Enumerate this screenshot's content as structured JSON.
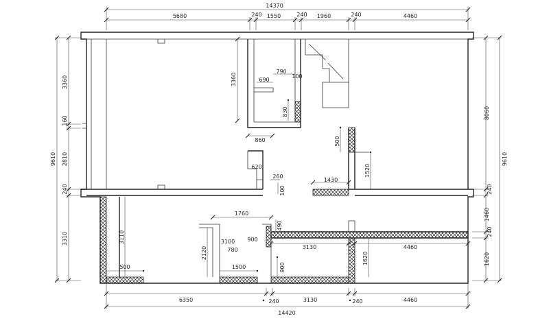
{
  "drawing": {
    "dimensions": {
      "top_total": "14370",
      "top_segments": [
        "5680",
        "240",
        "1550",
        "240",
        "1960",
        "240",
        "4460"
      ],
      "bottom_total": "14420",
      "bottom_segments": [
        "6350",
        "240",
        "3130",
        "240",
        "4460"
      ],
      "left_total": "9610",
      "left_segments": [
        "3360",
        "160",
        "2810",
        "240",
        "3310"
      ],
      "right_total": "9610",
      "right_segments": [
        "8060",
        "240",
        "1460",
        "240",
        "1620"
      ],
      "interior": {
        "toilet_height": "3360",
        "w790": "790",
        "w100": "100",
        "w690": "690",
        "h830": "830",
        "w860": "860",
        "h500a": "500",
        "h1520": "1520",
        "w620": "620",
        "w260": "260",
        "h100": "100",
        "w1430": "1430",
        "w1760": "1760",
        "h490": "490",
        "h3110": "3110",
        "h2120": "2120",
        "w3100": "3100",
        "w780": "780",
        "w900a": "900",
        "w1500": "1500",
        "w500": "500",
        "h900b": "900",
        "w3130": "3130",
        "w4460": "4460",
        "h1620": "1620"
      }
    }
  }
}
